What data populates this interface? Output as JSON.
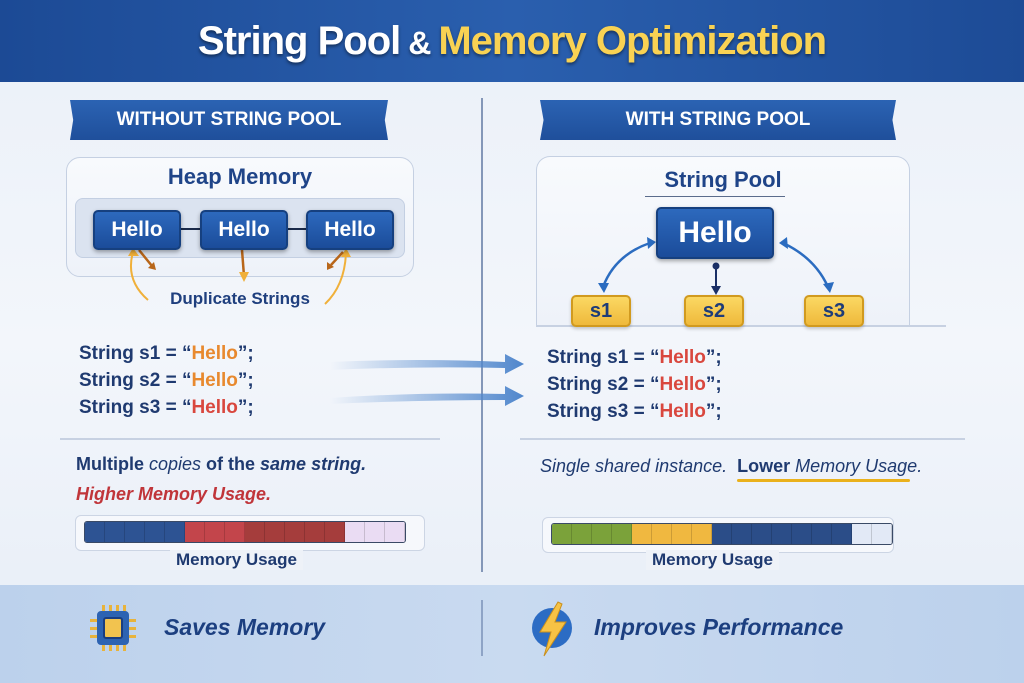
{
  "header": {
    "title_part1": "String Pool",
    "title_amp": "&",
    "title_part2": "Memory Optimization"
  },
  "left": {
    "ribbon": "WITHOUT STRING POOL",
    "panel_title": "Heap Memory",
    "boxes": [
      "Hello",
      "Hello",
      "Hello"
    ],
    "annotation": "Duplicate Strings",
    "code": [
      {
        "prefix": "String s1 = “",
        "value": "Hello",
        "suffix": "”;"
      },
      {
        "prefix": "String s2 = “",
        "value": "Hello",
        "suffix": "”;"
      },
      {
        "prefix": "String s3 = “",
        "value": "Hello",
        "suffix": "”;"
      }
    ],
    "message_line1": {
      "a": "Multiple ",
      "b": "copies",
      "c": " of the ",
      "d": "same string."
    },
    "message_line2": "Higher Memory Usage.",
    "bar": {
      "label": "Memory Usage",
      "segments": [
        {
          "color": "#2d5393",
          "count": 5
        },
        {
          "color": "#c3454b",
          "count": 3
        },
        {
          "color": "#a53d3c",
          "count": 5
        },
        {
          "color": "#eadcf3",
          "count": 3
        }
      ]
    }
  },
  "right": {
    "ribbon": "WITH STRING POOL",
    "panel_title": "String Pool",
    "box": "Hello",
    "vars": [
      "s1",
      "s2",
      "s3"
    ],
    "code": [
      {
        "prefix": "String s1 = “",
        "value": "Hello",
        "suffix": "”;"
      },
      {
        "prefix": "String s2 = “",
        "value": "Hello",
        "suffix": "”;"
      },
      {
        "prefix": "String s3 = “",
        "value": "Hello",
        "suffix": "”;"
      }
    ],
    "message": {
      "a": "Single shared instance.",
      "b": "Lower",
      "c": " Memory Usage."
    },
    "bar": {
      "label": "Memory Usage",
      "segments": [
        {
          "color": "#7ba23a",
          "count": 4
        },
        {
          "color": "#f0b840",
          "count": 4
        },
        {
          "color": "#2b4d88",
          "count": 7
        },
        {
          "color": "#e2e9f6",
          "count": 2
        }
      ]
    }
  },
  "footer": {
    "left": {
      "icon": "memory-chip-icon",
      "label": "Saves Memory"
    },
    "right": {
      "icon": "lightning-bolt-icon",
      "label": "Improves Performance"
    }
  },
  "colors": {
    "header_blue": "#1f4e9c",
    "title_yellow": "#f9d253",
    "hello_orange": "#e8892e",
    "hello_red": "#d9473e",
    "accent_red": "#c0353a"
  }
}
